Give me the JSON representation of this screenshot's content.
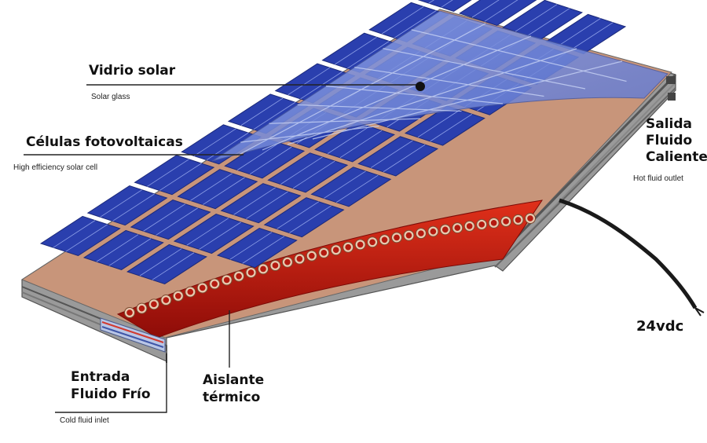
{
  "labels": {
    "solar_glass": {
      "title": "Vidrio solar",
      "subtitle": "Solar glass"
    },
    "pv_cells": {
      "title": "Células fotovoltaicas",
      "subtitle": "High efficiency solar cell"
    },
    "hot_outlet": {
      "line1": "Salida",
      "line2": "Fluido",
      "line3": "Caliente",
      "subtitle": "Hot fluid outlet"
    },
    "voltage": {
      "text": "24vdc"
    },
    "cold_inlet": {
      "line1": "Entrada",
      "line2": "Fluido Frío",
      "subtitle": "Cold fluid inlet"
    },
    "insulation": {
      "line1": "Aislante",
      "line2": "térmico"
    }
  },
  "colors": {
    "cell_blue": "#2a3fae",
    "glass_blue": "#6f86d6",
    "backing_tan": "#c8957a",
    "insulation_red": "#b8140f",
    "frame_gray": "#8a8a8a",
    "cable_black": "#1a1a1a"
  },
  "icons": {
    "pointer_dot": "filled-circle",
    "cable": "black-cable"
  }
}
